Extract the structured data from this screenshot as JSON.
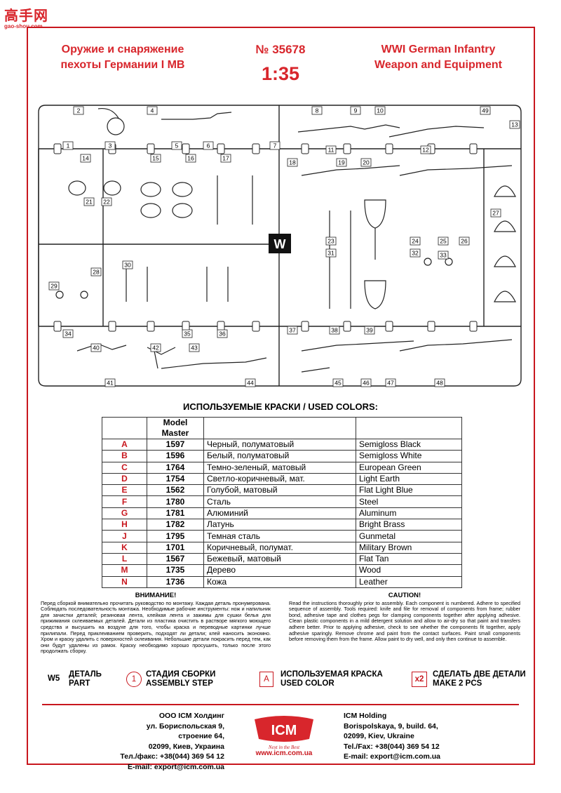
{
  "watermark": {
    "chars": "高手网",
    "url": "gao-shou.com"
  },
  "header": {
    "title_ru_1": "Оружие и снаряжение",
    "title_ru_2": "пехоты Германии I МВ",
    "number": "№ 35678",
    "scale": "1:35",
    "title_en_1": "WWI German Infantry",
    "title_en_2": "Weapon and Equipment"
  },
  "sprue": {
    "letter": "W",
    "part_numbers": [
      "1",
      "2",
      "3",
      "4",
      "5",
      "6",
      "7",
      "8",
      "9",
      "10",
      "11",
      "12",
      "13",
      "14",
      "15",
      "16",
      "17",
      "18",
      "19",
      "20",
      "21",
      "22",
      "23",
      "24",
      "25",
      "26",
      "27",
      "28",
      "29",
      "30",
      "31",
      "32",
      "33",
      "34",
      "35",
      "36",
      "37",
      "38",
      "39",
      "40",
      "41",
      "42",
      "43",
      "44",
      "45",
      "46",
      "47",
      "48",
      "49"
    ]
  },
  "colors": {
    "title": "ИСПОЛЬЗУЕМЫЕ КРАСКИ / USED COLORS:",
    "column_header": "Model Master",
    "rows": [
      {
        "code": "A",
        "mm": "1597",
        "ru": "Черный, полуматовый",
        "en": "Semigloss Black"
      },
      {
        "code": "B",
        "mm": "1596",
        "ru": "Белый, полуматовый",
        "en": "Semigloss White"
      },
      {
        "code": "C",
        "mm": "1764",
        "ru": "Темно-зеленый, матовый",
        "en": "European Green"
      },
      {
        "code": "D",
        "mm": "1754",
        "ru": "Светло-коричневый, мат.",
        "en": "Light Earth"
      },
      {
        "code": "E",
        "mm": "1562",
        "ru": "Голубой, матовый",
        "en": "Flat Light Blue"
      },
      {
        "code": "F",
        "mm": "1780",
        "ru": "Сталь",
        "en": "Steel"
      },
      {
        "code": "G",
        "mm": "1781",
        "ru": "Алюминий",
        "en": "Aluminum"
      },
      {
        "code": "H",
        "mm": "1782",
        "ru": "Латунь",
        "en": "Bright Brass"
      },
      {
        "code": "J",
        "mm": "1795",
        "ru": "Темная сталь",
        "en": "Gunmetal"
      },
      {
        "code": "K",
        "mm": "1701",
        "ru": "Коричневый, полумат.",
        "en": "Military Brown"
      },
      {
        "code": "L",
        "mm": "1567",
        "ru": "Бежевый, матовый",
        "en": "Flat Tan"
      },
      {
        "code": "M",
        "mm": "1735",
        "ru": "Дерево",
        "en": "Wood"
      },
      {
        "code": "N",
        "mm": "1736",
        "ru": "Кожа",
        "en": "Leather"
      }
    ]
  },
  "notice_ru": {
    "title": "ВНИМАНИЕ!",
    "text": "Перед сборкой внимательно прочитать руководство по монтажу. Каждая деталь пронумерована. Соблюдать последовательность монтажа. Необходимые рабочие инструменты: нож и напильник для зачистки деталей; резиновая лента, клейкая лента и зажимы для сушки белья для прижимания склеиваемых деталей. Детали из пластика очистить в растворе мягкого моющего средства и высушить на воздухе для того, чтобы краска и переводные картинки лучше прилипали. Перед приклеиванием проверить, подходят ли детали; клей наносить экономно. Хром и краску удалить с поверхностей склеивания. Небольшие детали покрасить перед тем, как они будут удалены из рамок. Краску необходимо хорошо просушить, только после этого продолжать сборку."
  },
  "notice_en": {
    "title": "CAUTION!",
    "text": "Read the instructions thoroughly prior to assembly. Each component is numbered. Adhere to specified sequence of assembly. Tools required: knife and file for removal of components from frame; rubber bond, adhesive tape and clothes pegs for clamping components together after applying adhesive. Clean plastic components in a mild detergent solution and allow to air-dry so that paint and transfers adhere better. Prior to applying adhesive, check to see whether the components fit together, apply adhesive sparingly. Remove chrome and paint from the contact surfaces. Paint small components before removing them from the frame. Allow paint to dry well, and only then continue to assemble."
  },
  "legend": {
    "part_code": "W5",
    "part_ru": "ДЕТАЛЬ",
    "part_en": "PART",
    "step_num": "1",
    "step_ru": "СТАДИЯ СБОРКИ",
    "step_en": "ASSEMBLY STEP",
    "color_code": "A",
    "color_ru": "ИСПОЛЬЗУЕМАЯ КРАСКА",
    "color_en": "USED COLOR",
    "x2": "x2",
    "x2_ru": "СДЕЛАТЬ ДВЕ ДЕТАЛИ",
    "x2_en": "MAKE 2 PCS"
  },
  "footer_ru": {
    "l1": "ООО ICM Холдинг",
    "l2": "ул. Бориспольская 9, строение 64,",
    "l3": "02099, Киев, Украина",
    "l4": "Тел./факс: +38(044) 369 54 12",
    "l5": "E-mail: export@icm.com.ua"
  },
  "footer_en": {
    "l1": "ICM Holding",
    "l2": "Borispolskaya, 9, build. 64,",
    "l3": "02099, Kiev, Ukraine",
    "l4": "Tel./Fax: +38(044) 369 54 12",
    "l5": "E-mail: export@icm.com.ua"
  },
  "logo": {
    "text": "ICM",
    "tagline": "Next in the Best",
    "site": "www.icm.com.ua"
  }
}
